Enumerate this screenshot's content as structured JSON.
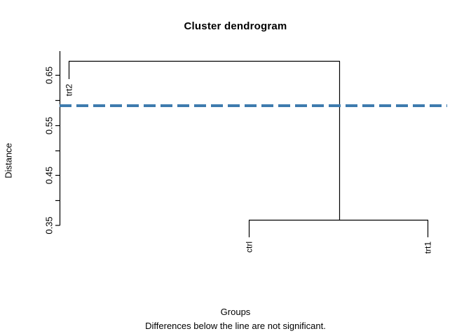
{
  "chart_data": {
    "type": "dendrogram",
    "title": "Cluster dendrogram",
    "xlabel": "Groups",
    "xsublabel": "Differences below the line are not significant.",
    "ylabel": "Distance",
    "ylim": [
      0.35,
      0.697
    ],
    "yticks_labeled": [
      "0.65",
      "0.55",
      "0.45",
      "0.35"
    ],
    "yticks_labeled_values": [
      0.65,
      0.55,
      0.45,
      0.35
    ],
    "yticks_minor_values": [
      0.6,
      0.5,
      0.4
    ],
    "grid": false,
    "legend": "none",
    "leaves": [
      {
        "label": "trt2",
        "x": 98,
        "height": 0.35
      },
      {
        "label": "ctrl",
        "x": 355,
        "height": 0.35
      },
      {
        "label": "trt1",
        "x": 611,
        "height": 0.35
      }
    ],
    "merges": [
      {
        "name": "ctrl-trt1",
        "height": 0.385,
        "left": "ctrl",
        "right": "trt1"
      },
      {
        "name": "trt2-cluster",
        "height": 0.691,
        "left": "trt2",
        "right": "ctrl-trt1"
      }
    ],
    "threshold_line": {
      "value": 0.594,
      "style": "dashed",
      "color": "#3E7BAE",
      "width": 4,
      "dash": "17 7"
    },
    "line_color": "#000000",
    "axis_color": "#000000"
  },
  "axis": {
    "tick0": "0.65",
    "tick1": "0.55",
    "tick2": "0.45",
    "tick3": "0.35"
  },
  "leaf_labels": {
    "trt2": "trt2",
    "ctrl": "ctrl",
    "trt1": "trt1"
  }
}
